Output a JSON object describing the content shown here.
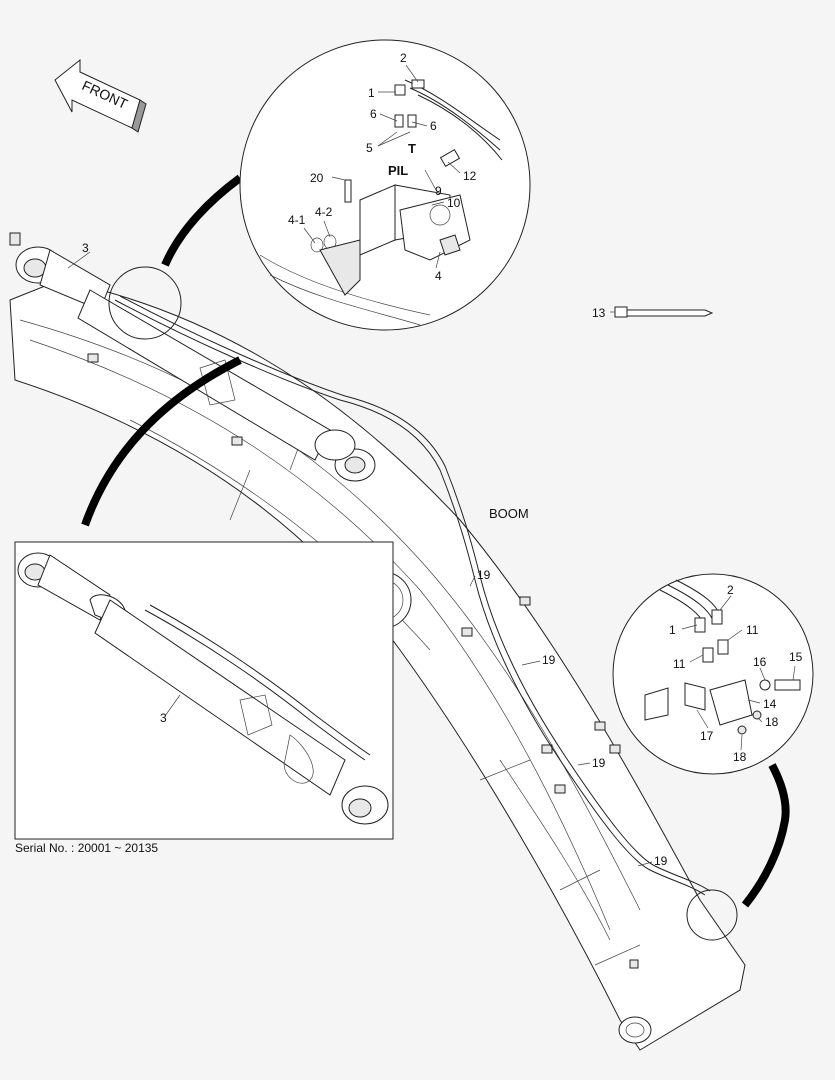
{
  "front_label": "FRONT",
  "boom_label": "BOOM",
  "serial": "Serial No. : 20001 ~ 20135",
  "callouts": {
    "c1": "1",
    "c2": "2",
    "c3": "3",
    "c4": "4",
    "c4_1": "4-1",
    "c4_2": "4-2",
    "c5": "5",
    "c6": "6",
    "c9": "9",
    "c10": "10",
    "c11": "11",
    "c12": "12",
    "c13": "13",
    "c14": "14",
    "c15": "15",
    "c16": "16",
    "c17": "17",
    "c18": "18",
    "c19": "19",
    "c20": "20"
  },
  "port_labels": {
    "pil": "PIL",
    "t": "T"
  }
}
